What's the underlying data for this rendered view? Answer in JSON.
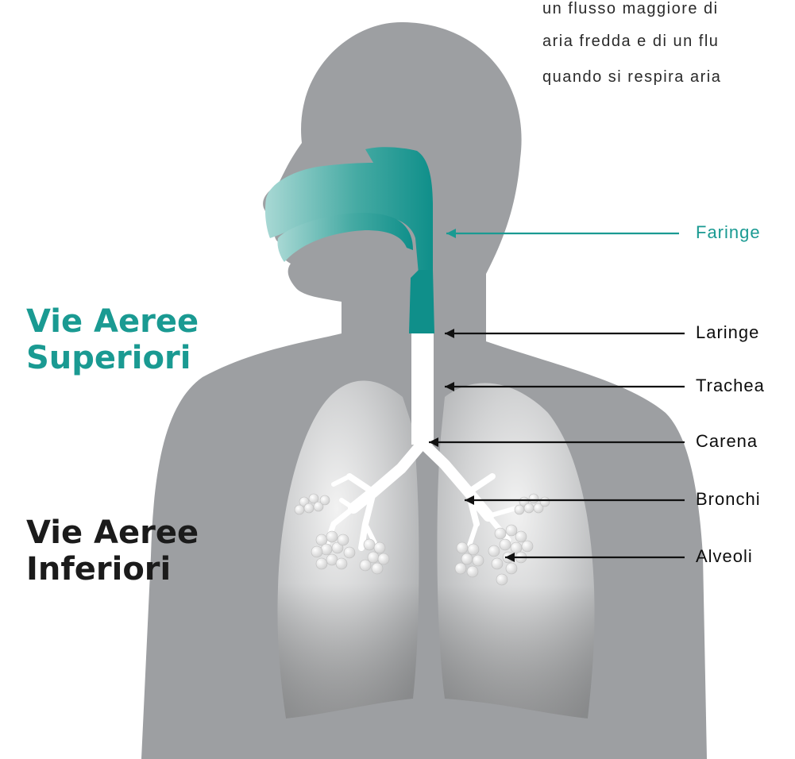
{
  "intro_lines": [
    "un flusso maggiore di",
    "aria fredda e di un flu",
    "quando si respira aria"
  ],
  "regions": {
    "upper": {
      "line1": "Vie Aeree",
      "line2": "Superiori"
    },
    "lower": {
      "line1": "Vie Aeree",
      "line2": "Inferiori"
    }
  },
  "labels": {
    "faringe": "Faringe",
    "laringe": "Laringe",
    "trachea": "Trachea",
    "carena": "Carena",
    "bronchi": "Bronchi",
    "alveoli": "Alveoli"
  },
  "colors": {
    "accent": "#1a9a92",
    "body": "#9d9fa2",
    "airway": "#0f8f8a",
    "text": "#0d0d0d"
  }
}
